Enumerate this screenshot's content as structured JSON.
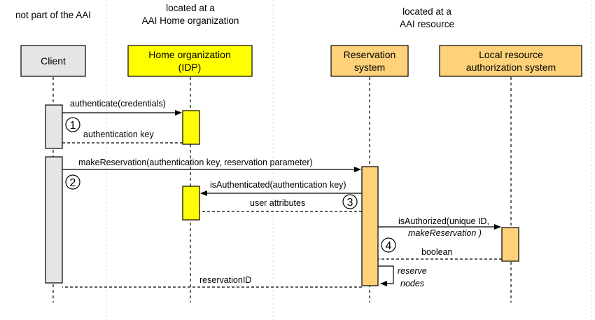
{
  "regions": {
    "left": "not part of the AAI",
    "home": [
      "located at a",
      "AAI  Home organization"
    ],
    "resource": [
      "located at a",
      "AAI resource"
    ]
  },
  "participants": {
    "client": [
      "Client"
    ],
    "home_org": [
      "Home organization",
      "(IDP)"
    ],
    "reservation": [
      "Reservation",
      "system"
    ],
    "local": [
      "Local resource",
      "authorization system"
    ]
  },
  "colors": {
    "client_fill": "#e6e6e6",
    "home_fill": "#ffff00",
    "resource_fill": "#ffd27a",
    "line": "#000000"
  },
  "messages": {
    "authenticate": "authenticate(credentials)",
    "auth_key": "authentication key",
    "make_reservation": "makeReservation(authentication key, reservation parameter)",
    "is_authenticated": "isAuthenticated(authentication key)",
    "user_attributes": "user attributes",
    "is_authorized_1": "isAuthorized(unique ID,",
    "is_authorized_2": "makeReservation )",
    "boolean": "boolean",
    "reserve_1": "reserve",
    "reserve_2": "nodes",
    "reservation_id": "reservationID"
  },
  "steps": {
    "s1": "1",
    "s2": "2",
    "s3": "3",
    "s4": "4"
  }
}
